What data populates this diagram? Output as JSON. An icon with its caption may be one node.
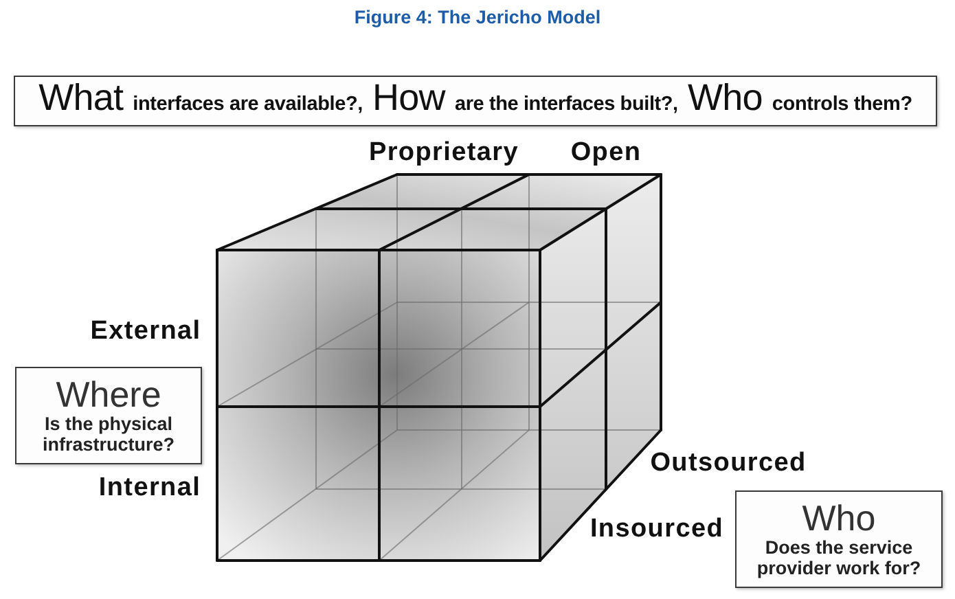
{
  "diagram": {
    "title": "Figure 4: The Jericho Model",
    "nodes": [
      {
        "text": [
          "What **interfaces are available?,** How **are the interfaces built?,** Who **controls them?**"
        ]
      },
      {
        "text": [
          "Where",
          "Is the physical infrastructure?"
        ]
      },
      {
        "text": [
          "Who",
          "Does the service provider work for?"
        ]
      }
    ],
    "labels": [
      "Proprietary",
      "Open",
      "External",
      "Outsourced",
      "Internal",
      "Insourced"
    ]
  }
}
